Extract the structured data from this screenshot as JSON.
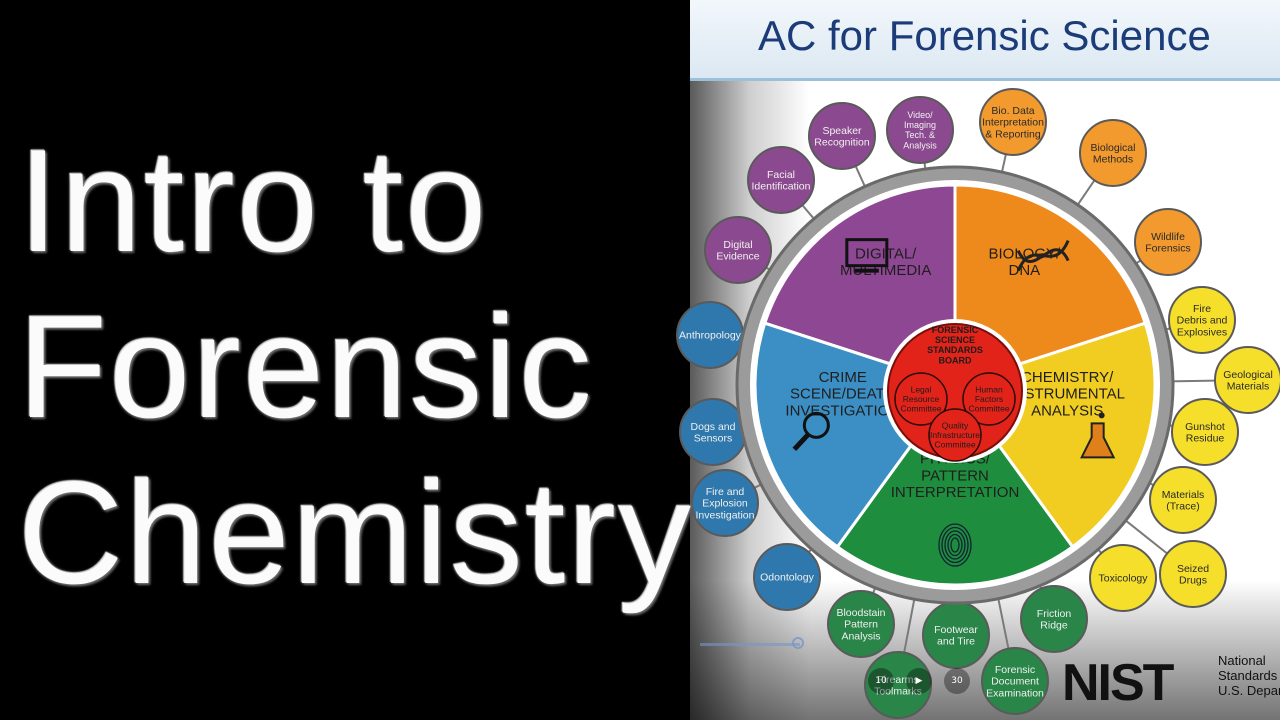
{
  "title_lines": [
    "Intro to",
    "Forensic",
    "Chemistry"
  ],
  "slide_header": "AC for Forensic Science",
  "center": {
    "title": [
      "FORENSIC",
      "SCIENCE",
      "STANDARDS",
      "BOARD"
    ],
    "committees": [
      [
        "Legal",
        "Resource",
        "Committee"
      ],
      [
        "Human",
        "Factors",
        "Committee"
      ],
      [
        "Quality",
        "Infrastructure",
        "Committee"
      ]
    ]
  },
  "sectors": [
    {
      "id": "digital",
      "lines": [
        "DIGITAL/",
        "MULTIMEDIA"
      ],
      "color": "#8e4793",
      "icon": "monitor-icon"
    },
    {
      "id": "biology",
      "lines": [
        "BIOLOGY/",
        "DNA"
      ],
      "color": "#ee8a1c",
      "icon": "dna-icon"
    },
    {
      "id": "chemistry",
      "lines": [
        "CHEMISTRY/",
        "INSTRUMENTAL",
        "ANALYSIS"
      ],
      "color": "#f1cd22",
      "icon": "flask-icon"
    },
    {
      "id": "physics",
      "lines": [
        "PHYSICS/",
        "PATTERN",
        "INTERPRETATION"
      ],
      "color": "#1e8e3e",
      "icon": "fingerprint-icon"
    },
    {
      "id": "crime",
      "lines": [
        "CRIME",
        "SCENE/DEATH",
        "INVESTIGATION"
      ],
      "color": "#3c8fc4",
      "icon": "magnifier-icon"
    }
  ],
  "subcommittees": [
    {
      "lines": [
        "Digital",
        "Evidence"
      ],
      "group": "digital"
    },
    {
      "lines": [
        "Facial",
        "Identification"
      ],
      "group": "digital"
    },
    {
      "lines": [
        "Speaker",
        "Recognition"
      ],
      "group": "digital"
    },
    {
      "lines": [
        "Video/",
        "Imaging",
        "Tech. &",
        "Analysis"
      ],
      "group": "digital"
    },
    {
      "lines": [
        "Bio. Data",
        "Interpretation",
        "& Reporting"
      ],
      "group": "biology"
    },
    {
      "lines": [
        "Biological",
        "Methods"
      ],
      "group": "biology"
    },
    {
      "lines": [
        "Wildlife",
        "Forensics"
      ],
      "group": "biology"
    },
    {
      "lines": [
        "Fire",
        "Debris and",
        "Explosives"
      ],
      "group": "chemistry"
    },
    {
      "lines": [
        "Geological",
        "Materials"
      ],
      "group": "chemistry"
    },
    {
      "lines": [
        "Gunshot",
        "Residue"
      ],
      "group": "chemistry"
    },
    {
      "lines": [
        "Materials",
        "(Trace)"
      ],
      "group": "chemistry"
    },
    {
      "lines": [
        "Seized",
        "Drugs"
      ],
      "group": "chemistry"
    },
    {
      "lines": [
        "Toxicology"
      ],
      "group": "chemistry"
    },
    {
      "lines": [
        "Friction",
        "Ridge"
      ],
      "group": "physics"
    },
    {
      "lines": [
        "Forensic",
        "Document",
        "Examination"
      ],
      "group": "physics"
    },
    {
      "lines": [
        "Footwear",
        "and Tire"
      ],
      "group": "physics"
    },
    {
      "lines": [
        "Bloodstain",
        "Pattern",
        "Analysis"
      ],
      "group": "physics"
    },
    {
      "lines": [
        "Firearms",
        "Toolmarks"
      ],
      "group": "physics"
    },
    {
      "lines": [
        "Odontology"
      ],
      "group": "crime"
    },
    {
      "lines": [
        "Fire and",
        "Explosion",
        "Investigation"
      ],
      "group": "crime"
    },
    {
      "lines": [
        "Dogs and",
        "Sensors"
      ],
      "group": "crime"
    },
    {
      "lines": [
        "Anthropology"
      ],
      "group": "crime"
    },
    {
      "lines": [],
      "group": "crime"
    },
    {
      "lines": [],
      "group": "crime"
    }
  ],
  "nist": {
    "logo": "NIST",
    "lines": [
      "National",
      "Standards",
      "U.S. Depar"
    ]
  },
  "player": {
    "rewind": "10",
    "play": "▶",
    "forward": "30"
  },
  "colors": {
    "node_digital": "#8b4a8f",
    "node_biology": "#f29a2e",
    "node_chemistry": "#f5df2a",
    "node_physics": "#2a8548",
    "node_crime": "#2f78ad",
    "center_red": "#e2231a"
  }
}
